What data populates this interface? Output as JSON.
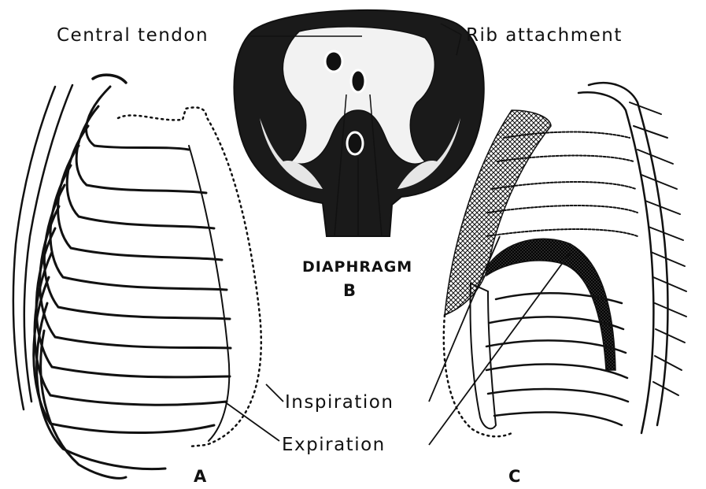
{
  "labels": {
    "central_tendon": "Central tendon",
    "rib_attachment": "Rib attachment",
    "diaphragm": "DIAPHRAGM",
    "panel_b": "B",
    "inspiration": "Inspiration",
    "expiration": "Expiration",
    "panel_a": "A",
    "panel_c": "C"
  },
  "figures": [
    {
      "id": "A",
      "content": "ribcage-front-view"
    },
    {
      "id": "B",
      "content": "diaphragm-from-above"
    },
    {
      "id": "C",
      "content": "ribcage-side-view"
    }
  ],
  "colors": {
    "ink": "#111111",
    "paper": "#ffffff",
    "shade": "#2a2a2a"
  }
}
